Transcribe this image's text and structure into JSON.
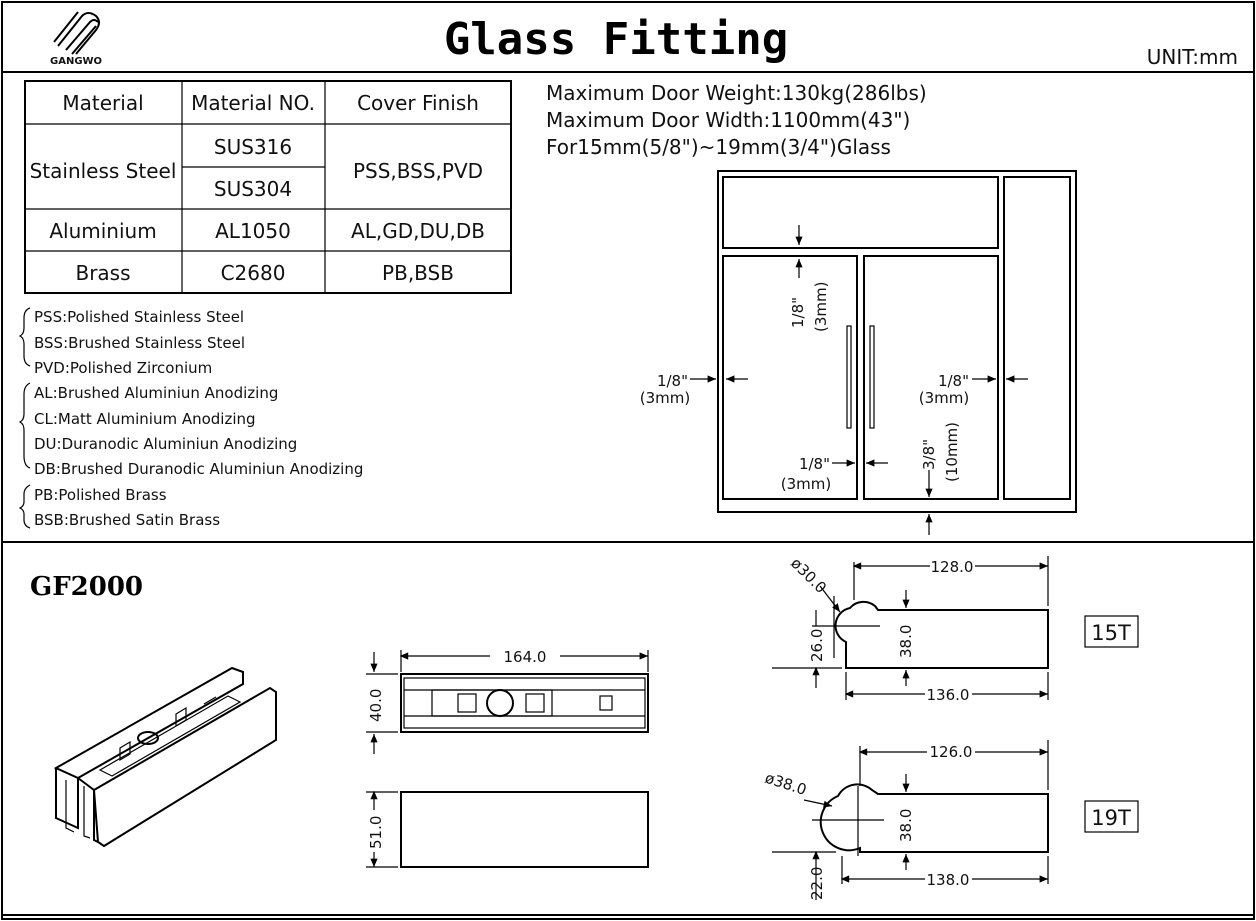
{
  "header": {
    "brand": "GANGWO",
    "title": "Glass Fitting",
    "unit": "UNIT:mm"
  },
  "material_table": {
    "headers": [
      "Material",
      "Material NO.",
      "Cover Finish"
    ],
    "rows": [
      {
        "material": "Stainless Steel",
        "numbers": [
          "SUS316",
          "SUS304"
        ],
        "finish": "PSS,BSS,PVD"
      },
      {
        "material": "Aluminium",
        "numbers": [
          "AL1050"
        ],
        "finish": "AL,GD,DU,DB"
      },
      {
        "material": "Brass",
        "numbers": [
          "C2680"
        ],
        "finish": "PB,BSB"
      }
    ]
  },
  "legend": {
    "groups": [
      [
        "PSS:Polished Stainless Steel",
        "BSS:Brushed Stainless Steel",
        "PVD:Polished Zirconium"
      ],
      [
        "AL:Brushed Aluminiun Anodizing",
        "CL:Matt Aluminium Anodizing",
        "DU:Duranodic Aluminiun Anodizing",
        "DB:Brushed Duranodic Aluminiun Anodizing"
      ],
      [
        "PB:Polished Brass",
        "BSB:Brushed Satin Brass"
      ]
    ]
  },
  "specs": [
    "Maximum Door Weight:130kg(286lbs)",
    "Maximum Door Width:1100mm(43\")",
    "For15mm(5/8\")~19mm(3/4\")Glass"
  ],
  "door_diagram": {
    "gap_top": {
      "inch": "1/8\"",
      "mm": "(3mm)"
    },
    "gap_left": {
      "inch": "1/8\"",
      "mm": "(3mm)"
    },
    "gap_right": {
      "inch": "1/8\"",
      "mm": "(3mm)"
    },
    "gap_middle": {
      "inch": "1/8\"",
      "mm": "(3mm)"
    },
    "gap_bottom": {
      "inch": "3/8\"",
      "mm": "(10mm)"
    }
  },
  "product": {
    "model": "GF2000",
    "top_view": {
      "length": "164.0",
      "height": "40.0"
    },
    "side_view": {
      "height": "51.0"
    },
    "profile_15t": {
      "label": "15T",
      "diameter": "ø30.0",
      "top_length": "128.0",
      "bottom_length": "136.0",
      "thickness": "38.0",
      "offset": "26.0"
    },
    "profile_19t": {
      "label": "19T",
      "diameter": "ø38.0",
      "top_length": "126.0",
      "bottom_length": "138.0",
      "thickness": "38.0",
      "offset": "22.0"
    }
  }
}
